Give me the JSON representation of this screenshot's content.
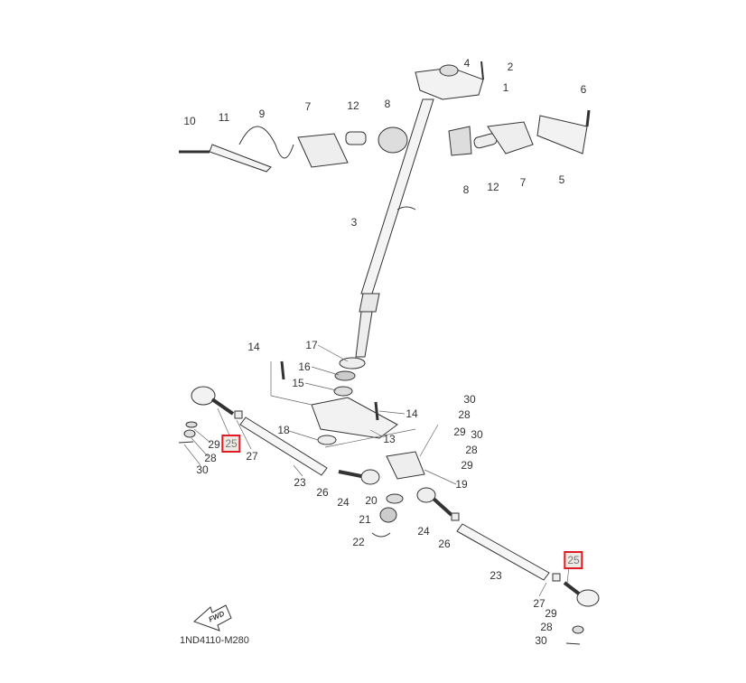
{
  "diagram": {
    "code": "1ND4110-M280",
    "fwd_label": "FWD",
    "highlight_color": "#e01b24",
    "callouts": [
      "4",
      "2",
      "1",
      "6",
      "10",
      "11",
      "9",
      "7",
      "12",
      "8",
      "8",
      "12",
      "7",
      "5",
      "3",
      "14",
      "17",
      "16",
      "15",
      "14",
      "30",
      "28",
      "29",
      "30",
      "28",
      "29",
      "19",
      "18",
      "13",
      "29",
      "25",
      "27",
      "28",
      "30",
      "23",
      "26",
      "24",
      "20",
      "21",
      "22",
      "24",
      "26",
      "23",
      "25",
      "27",
      "29",
      "28",
      "30"
    ],
    "highlighted_part": "25"
  }
}
